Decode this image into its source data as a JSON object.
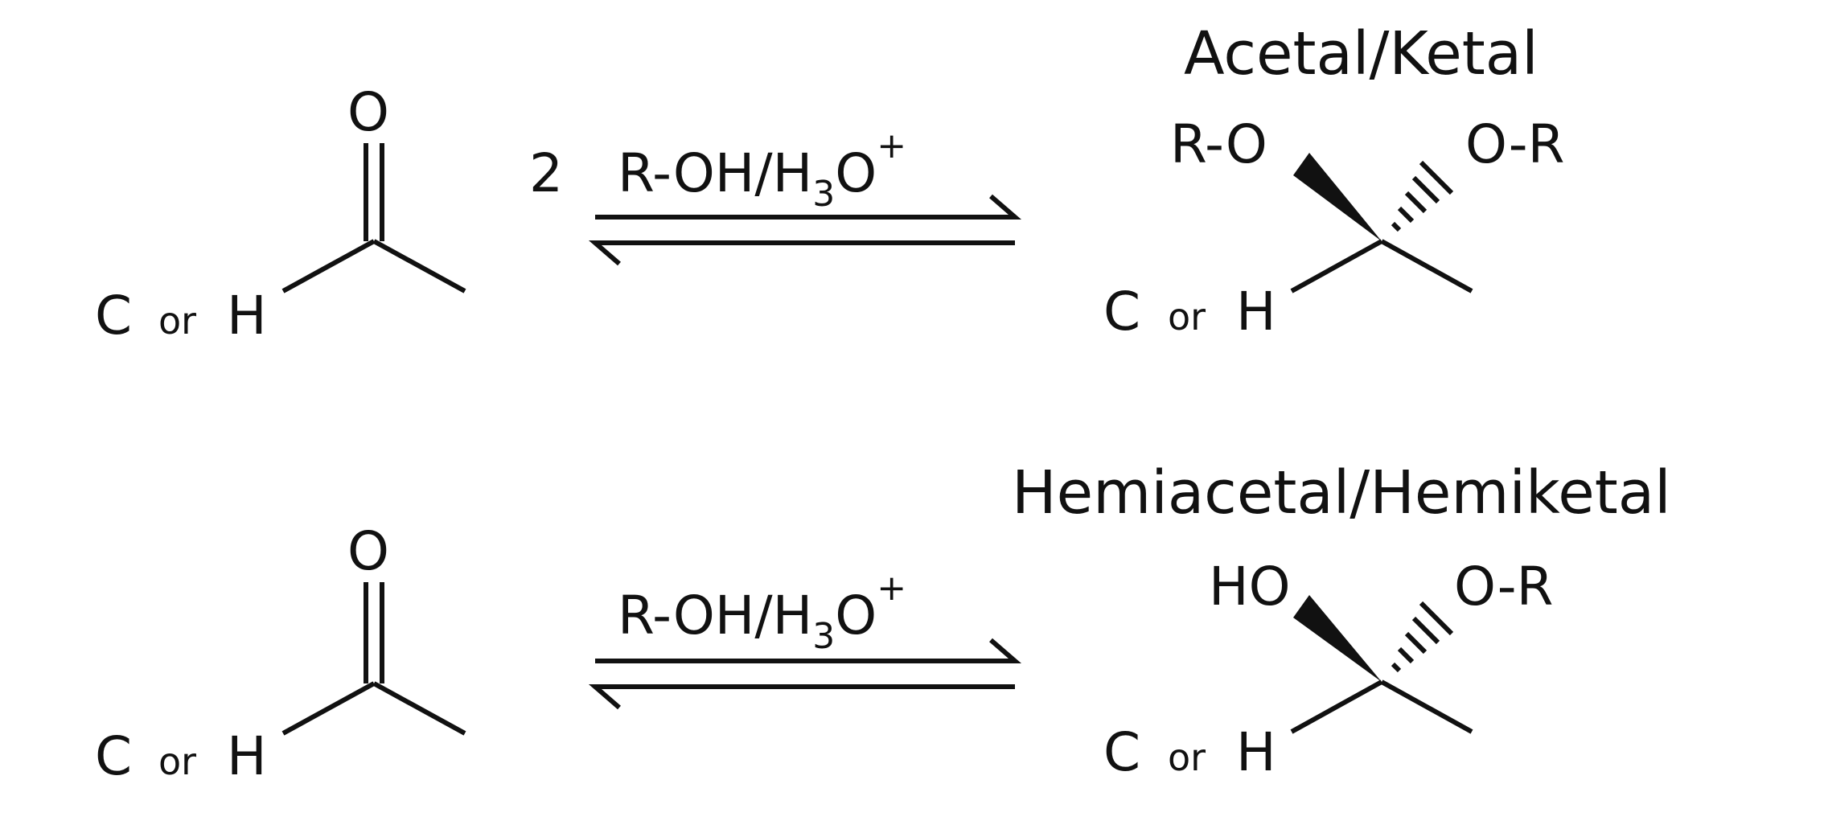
{
  "reactions": [
    {
      "coefficient": "2",
      "reagent": {
        "main": "R-OH/H",
        "subscript": "3",
        "after": "O",
        "superscript": "+"
      },
      "reactant": {
        "carbonyl_o": "O",
        "left_c": "C",
        "or": "or",
        "left_h": "H"
      },
      "product": {
        "title": "Acetal/Ketal",
        "left_group": "R-O",
        "right_group": "O-R",
        "left_c": "C",
        "or": "or",
        "left_h": "H"
      }
    },
    {
      "coefficient": "",
      "reagent": {
        "main": "R-OH/H",
        "subscript": "3",
        "after": "O",
        "superscript": "+"
      },
      "reactant": {
        "carbonyl_o": "O",
        "left_c": "C",
        "or": "or",
        "left_h": "H"
      },
      "product": {
        "title": "Hemiacetal/Hemiketal",
        "left_group": "HO",
        "right_group": "O-R",
        "left_c": "C",
        "or": "or",
        "left_h": "H"
      }
    }
  ]
}
